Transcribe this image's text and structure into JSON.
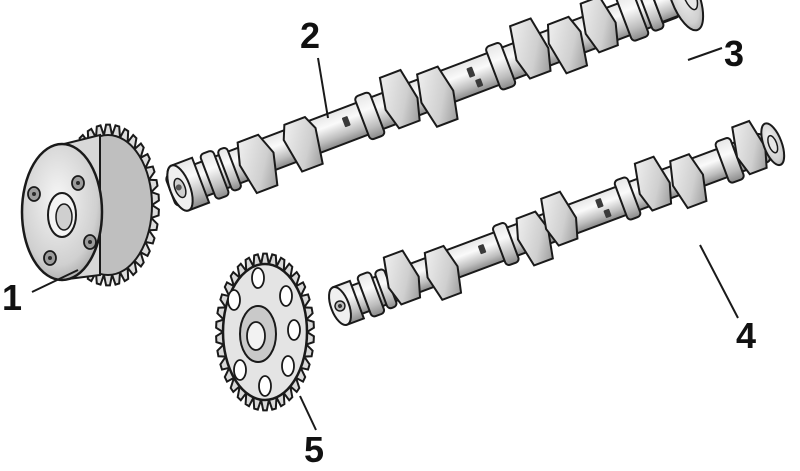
{
  "callouts": [
    {
      "id": "vvt-sprocket",
      "label": "1"
    },
    {
      "id": "intake-camshaft",
      "label": "2"
    },
    {
      "id": "camshaft-end-flange",
      "label": "3"
    },
    {
      "id": "exhaust-camshaft",
      "label": "4"
    },
    {
      "id": "exhaust-sprocket",
      "label": "5"
    }
  ],
  "colors": {
    "ink": "#1a1a1a",
    "light": "#f2f2f2",
    "mid": "#d4d4d4",
    "shade": "#a9a9a9",
    "dark": "#6e6e6e"
  }
}
